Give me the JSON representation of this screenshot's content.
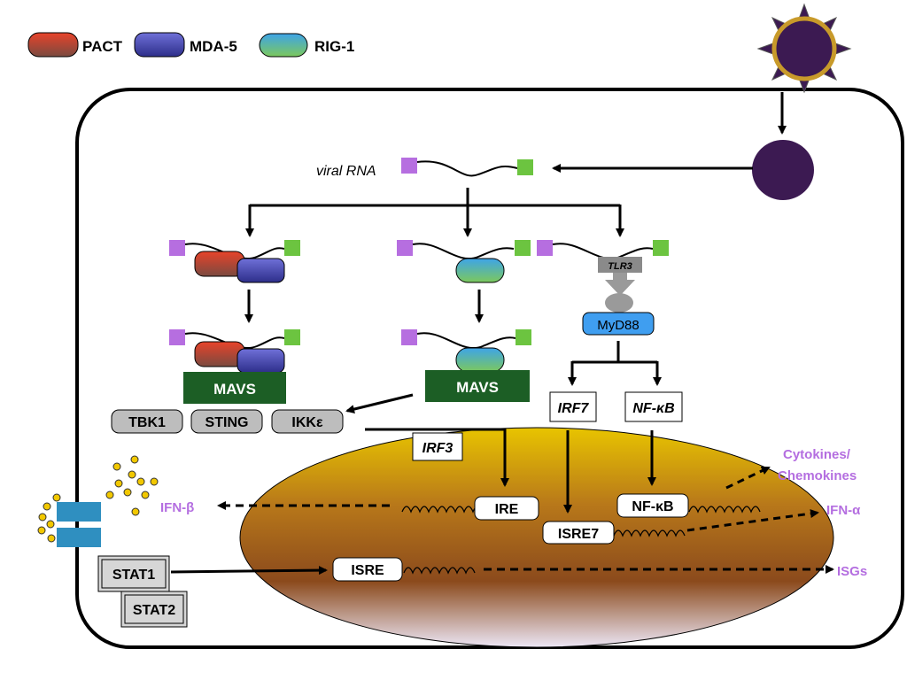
{
  "legend": {
    "pact": "PACT",
    "mda5": "MDA-5",
    "rig1": "RIG-1"
  },
  "labels": {
    "viral_rna": "viral RNA",
    "mavs_left": "MAVS",
    "mavs_mid": "MAVS",
    "tlr3": "TLR3",
    "myd88": "MyD88",
    "tbk1": "TBK1",
    "sting": "STING",
    "ikke": "IKKε",
    "irf3": "IRF3",
    "irf7": "IRF7",
    "nfkb_top": "NF-κB",
    "ire": "IRE",
    "isre7": "ISRE7",
    "nfkb_nuc": "NF-κB",
    "isre": "ISRE",
    "stat1": "STAT1",
    "stat2": "STAT2",
    "ifn_beta": "IFN-β",
    "ifn_alpha": "IFN-α",
    "cytokines_1": "Cytokines/",
    "cytokines_2": "Chemokines",
    "isgs": "ISGs"
  },
  "colors": {
    "pact": "#d93a24",
    "mda5": "#4f50b8",
    "rig1_a": "#4aa6d8",
    "rig1_b": "#6cc070",
    "mavs": "#1c5e25",
    "kinase": "#bdbdbd",
    "myd88": "#3f9ef0",
    "virus": "#3c1a52",
    "output_text": "#b46ee0",
    "rna_purple": "#b66ee0",
    "rna_green": "#6cc440",
    "receptor": "#2f8fc0"
  }
}
